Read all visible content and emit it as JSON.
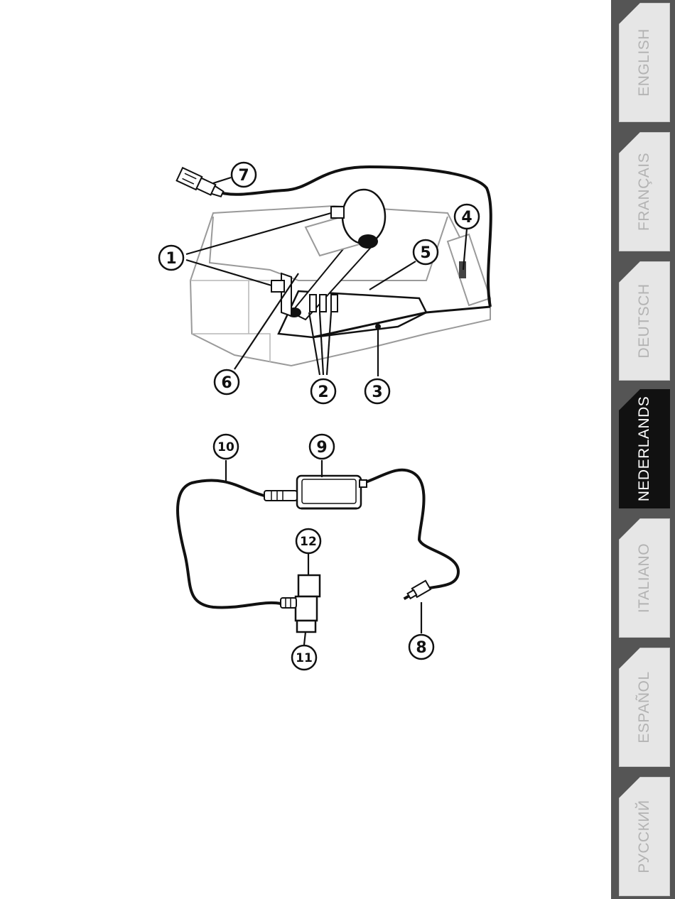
{
  "callouts": {
    "c1": "1",
    "c2": "2",
    "c3": "3",
    "c4": "4",
    "c5": "5",
    "c6": "6",
    "c7": "7",
    "c8": "8",
    "c9": "9",
    "c10": "10",
    "c11": "11",
    "c12": "12"
  },
  "languages": [
    {
      "label": "ENGLISH",
      "active": false
    },
    {
      "label": "FRANÇAIS",
      "active": false
    },
    {
      "label": "DEUTSCH",
      "active": false
    },
    {
      "label": "NEDERLANDS",
      "active": true
    },
    {
      "label": "ITALIANO",
      "active": false
    },
    {
      "label": "ESPAÑOL",
      "active": false
    },
    {
      "label": "РУССКИЙ",
      "active": false
    }
  ],
  "colors": {
    "line": "#111111",
    "outline": "#9a9a9a",
    "strip": "#555555",
    "tab": "#e6e6e6",
    "tab_active": "#111111"
  }
}
